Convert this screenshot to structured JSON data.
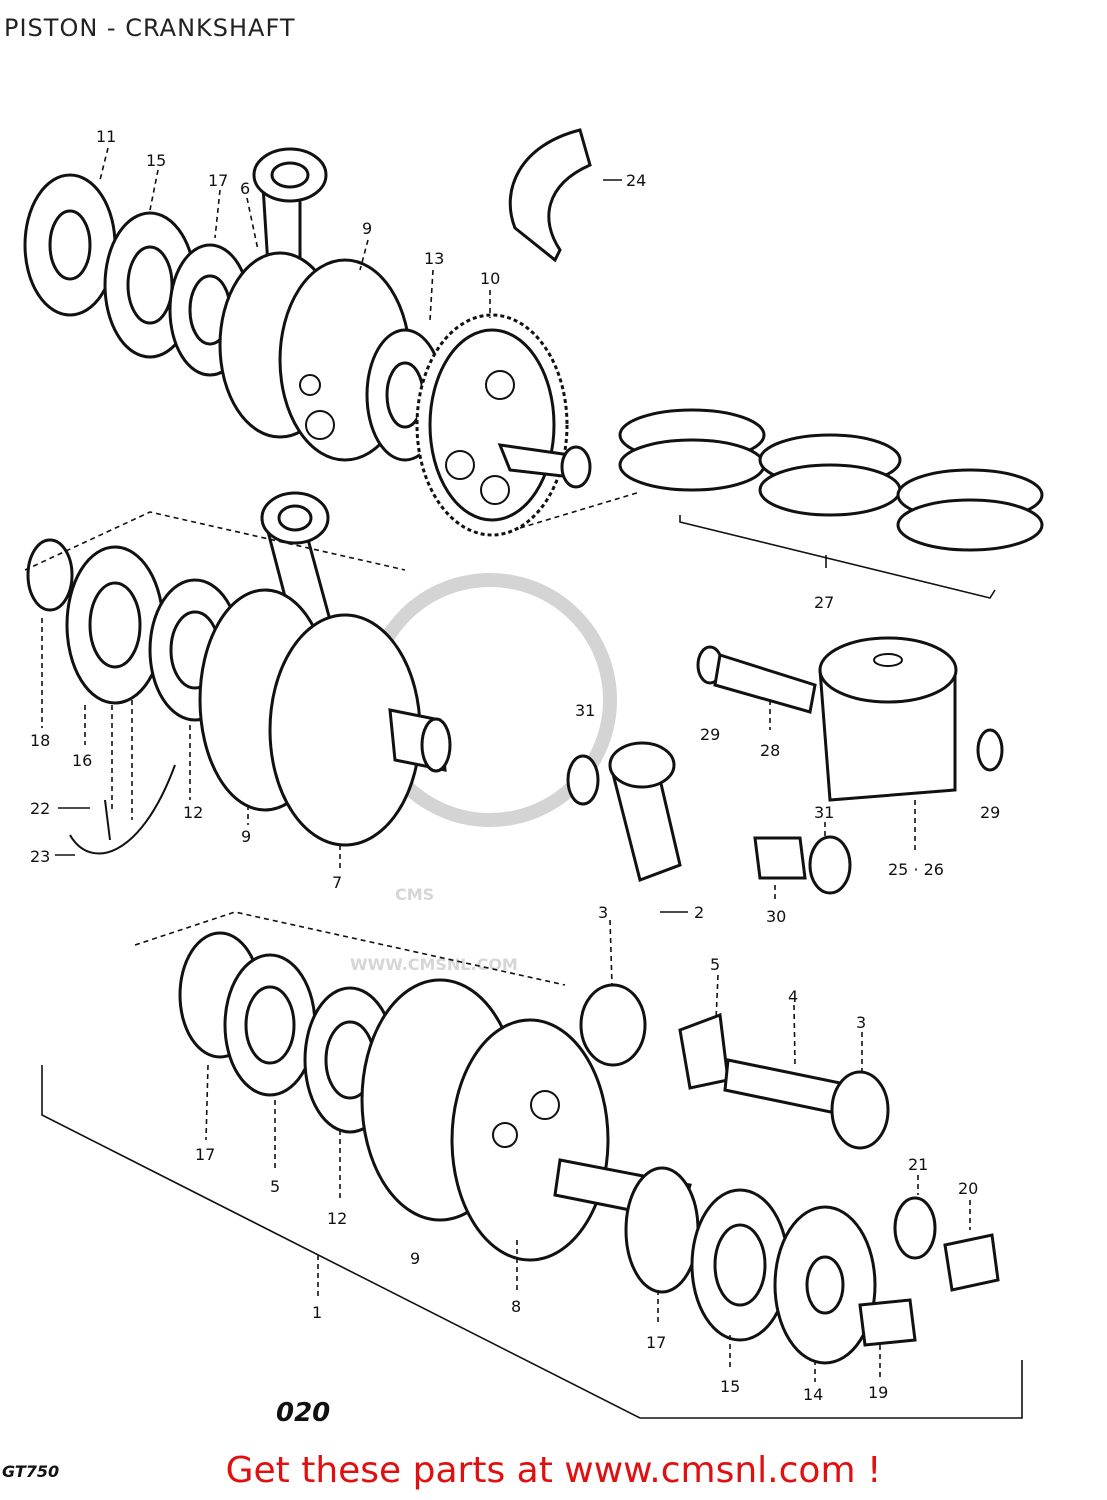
{
  "title": "PISTON - CRANKSHAFT",
  "page_number": "020",
  "model_code": "GT750",
  "footer_link": "Get these parts at www.cmsnl.com !",
  "watermark": {
    "brand": "CMS",
    "url": "WWW.CMSNL.COM"
  },
  "callouts": {
    "c11": "11",
    "c15a": "15",
    "c17a": "17",
    "c6": "6",
    "c9a": "9",
    "c13": "13",
    "c10": "10",
    "c24": "24",
    "c27": "27",
    "c18": "18",
    "c16": "16",
    "c12a": "12",
    "c9b": "9",
    "c7": "7",
    "c22": "22",
    "c23": "23",
    "c31a": "31",
    "c29a": "29",
    "c28": "28",
    "c29b": "29",
    "c31b": "31",
    "c2526": "25 · 26",
    "c30": "30",
    "c3a": "3",
    "c2": "2",
    "c5a": "5",
    "c4": "4",
    "c3b": "3",
    "c17b": "17",
    "c5b": "5",
    "c12b": "12",
    "c9c": "9",
    "c8": "8",
    "c1": "1",
    "c21": "21",
    "c20": "20",
    "c17c": "17",
    "c15b": "15",
    "c14": "14",
    "c19": "19"
  },
  "colors": {
    "footer": "#e01010",
    "lines": "#111111",
    "watermark": "#d6d6d6"
  }
}
